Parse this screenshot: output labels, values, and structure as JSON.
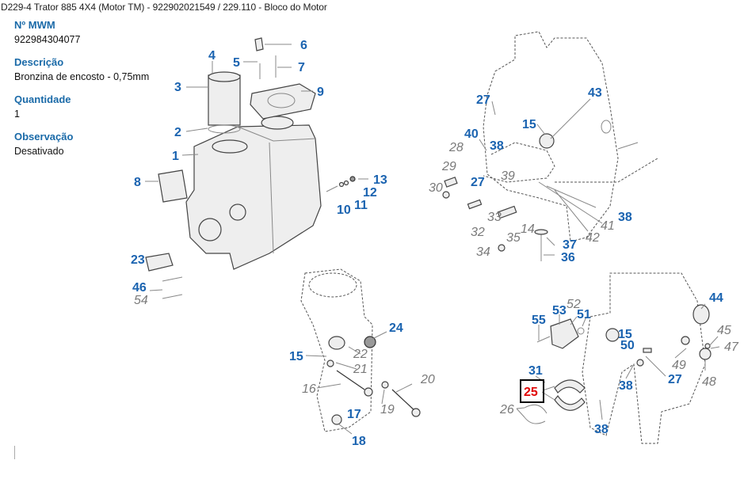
{
  "header": {
    "title": "D229-4 Trator 885 4X4 (Motor TM) - 922902021549  /  229.110 - Bloco do Motor"
  },
  "part_info": {
    "mwm_label": "Nº MWM",
    "mwm_value": "922984304077",
    "description_label": "Descrição",
    "description_value": "Bronzina de encosto - 0,75mm",
    "quantity_label": "Quantidade",
    "quantity_value": "1",
    "observation_label": "Observação",
    "observation_value": "Desativado"
  },
  "diagram": {
    "selected_callout": "25",
    "colors": {
      "active": "#1a63b0",
      "inactive": "#7a7a7a",
      "selected": "#e00000"
    },
    "callouts": [
      {
        "id": "c4",
        "text": "4",
        "style": "active"
      },
      {
        "id": "c6",
        "text": "6",
        "style": "active"
      },
      {
        "id": "c5",
        "text": "5",
        "style": "active"
      },
      {
        "id": "c7",
        "text": "7",
        "style": "active"
      },
      {
        "id": "c3",
        "text": "3",
        "style": "active"
      },
      {
        "id": "c9",
        "text": "9",
        "style": "active"
      },
      {
        "id": "c2",
        "text": "2",
        "style": "active"
      },
      {
        "id": "c1",
        "text": "1",
        "style": "active"
      },
      {
        "id": "c8",
        "text": "8",
        "style": "active"
      },
      {
        "id": "c13",
        "text": "13",
        "style": "active"
      },
      {
        "id": "c12",
        "text": "12",
        "style": "active"
      },
      {
        "id": "c10",
        "text": "10",
        "style": "active"
      },
      {
        "id": "c11",
        "text": "11",
        "style": "active"
      },
      {
        "id": "c23",
        "text": "23",
        "style": "active"
      },
      {
        "id": "c46",
        "text": "46",
        "style": "active"
      },
      {
        "id": "c54",
        "text": "54",
        "style": "inactive"
      },
      {
        "id": "c27a",
        "text": "27",
        "style": "active"
      },
      {
        "id": "c43",
        "text": "43",
        "style": "active"
      },
      {
        "id": "c15a",
        "text": "15",
        "style": "active"
      },
      {
        "id": "c40",
        "text": "40",
        "style": "active"
      },
      {
        "id": "c38a",
        "text": "38",
        "style": "active"
      },
      {
        "id": "c28",
        "text": "28",
        "style": "inactive"
      },
      {
        "id": "c29",
        "text": "29",
        "style": "inactive"
      },
      {
        "id": "c39",
        "text": "39",
        "style": "inactive"
      },
      {
        "id": "c30",
        "text": "30",
        "style": "inactive"
      },
      {
        "id": "c27b",
        "text": "27",
        "style": "active"
      },
      {
        "id": "c33",
        "text": "33",
        "style": "inactive"
      },
      {
        "id": "c38b",
        "text": "38",
        "style": "active"
      },
      {
        "id": "c41",
        "text": "41",
        "style": "inactive"
      },
      {
        "id": "c32",
        "text": "32",
        "style": "inactive"
      },
      {
        "id": "c35",
        "text": "35",
        "style": "inactive"
      },
      {
        "id": "c14",
        "text": "14",
        "style": "inactive"
      },
      {
        "id": "c37",
        "text": "37",
        "style": "active"
      },
      {
        "id": "c42",
        "text": "42",
        "style": "inactive"
      },
      {
        "id": "c34",
        "text": "34",
        "style": "inactive"
      },
      {
        "id": "c36",
        "text": "36",
        "style": "active"
      },
      {
        "id": "c24",
        "text": "24",
        "style": "active"
      },
      {
        "id": "c15b",
        "text": "15",
        "style": "active"
      },
      {
        "id": "c22",
        "text": "22",
        "style": "inactive"
      },
      {
        "id": "c21",
        "text": "21",
        "style": "inactive"
      },
      {
        "id": "c20",
        "text": "20",
        "style": "inactive"
      },
      {
        "id": "c16",
        "text": "16",
        "style": "inactive"
      },
      {
        "id": "c19",
        "text": "19",
        "style": "inactive"
      },
      {
        "id": "c17",
        "text": "17",
        "style": "active"
      },
      {
        "id": "c18",
        "text": "18",
        "style": "active"
      },
      {
        "id": "c44",
        "text": "44",
        "style": "active"
      },
      {
        "id": "c55",
        "text": "55",
        "style": "active"
      },
      {
        "id": "c53",
        "text": "53",
        "style": "active"
      },
      {
        "id": "c52",
        "text": "52",
        "style": "inactive"
      },
      {
        "id": "c51",
        "text": "51",
        "style": "active"
      },
      {
        "id": "c45",
        "text": "45",
        "style": "inactive"
      },
      {
        "id": "c15c",
        "text": "15",
        "style": "active"
      },
      {
        "id": "c47",
        "text": "47",
        "style": "inactive"
      },
      {
        "id": "c50",
        "text": "50",
        "style": "active"
      },
      {
        "id": "c49",
        "text": "49",
        "style": "inactive"
      },
      {
        "id": "c31",
        "text": "31",
        "style": "active"
      },
      {
        "id": "c27c",
        "text": "27",
        "style": "active"
      },
      {
        "id": "c38c",
        "text": "38",
        "style": "active"
      },
      {
        "id": "c48",
        "text": "48",
        "style": "inactive"
      },
      {
        "id": "c25",
        "text": "25",
        "style": "selected"
      },
      {
        "id": "c26",
        "text": "26",
        "style": "inactive"
      },
      {
        "id": "c38d",
        "text": "38",
        "style": "active"
      }
    ]
  }
}
